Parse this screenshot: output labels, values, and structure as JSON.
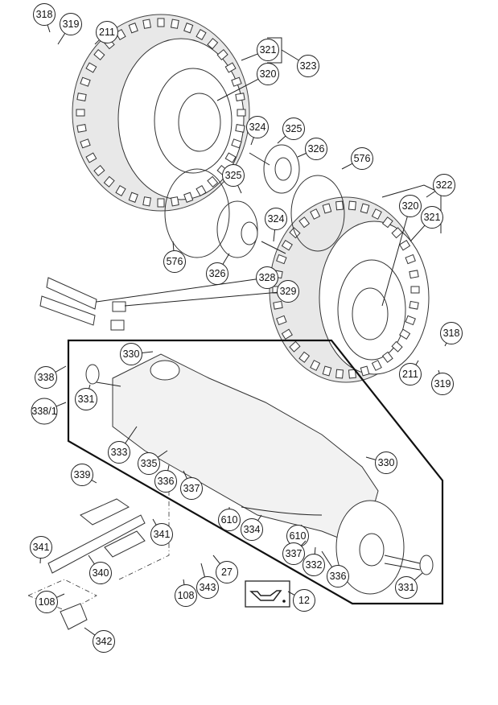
{
  "callouts": [
    "318",
    "319",
    "211",
    "321",
    "323",
    "320",
    "324",
    "325",
    "326",
    "576",
    "325",
    "322",
    "320",
    "321",
    "324",
    "576",
    "326",
    "328",
    "329",
    "330",
    "338",
    "331",
    "338/1",
    "318",
    "211",
    "319",
    "333",
    "335",
    "336",
    "337",
    "330",
    "339",
    "610",
    "334",
    "341",
    "610",
    "337",
    "341",
    "332",
    "336",
    "340",
    "27",
    "343",
    "108",
    "331",
    "12",
    "108",
    "342"
  ],
  "icons": {
    "oil_can": "oil-can-icon"
  }
}
